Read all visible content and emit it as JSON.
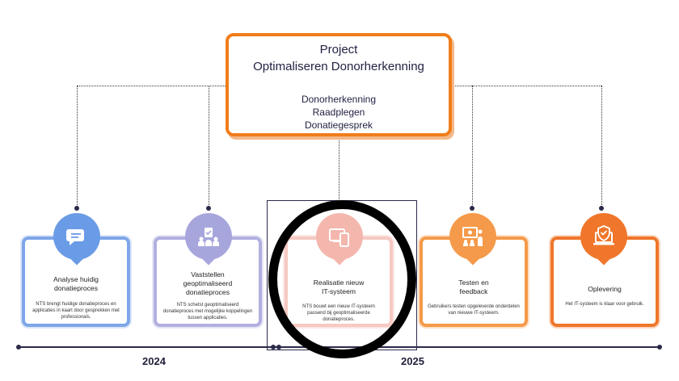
{
  "project": {
    "title_line1": "Project",
    "title_line2": "Optimaliseren Donorherkenning",
    "sub_line1": "Donorherkenning",
    "sub_line2": "Raadplegen",
    "sub_line3": "Donatiegesprek",
    "color": "#f07d1a"
  },
  "phases": [
    {
      "title_line1": "Analyse huidig",
      "title_line2": "donatieproces",
      "title_line3": "",
      "description": "NTS brengt huidige donatieproces en applicaties in kaart door gesprekken met professionals.",
      "icon": "speech-bubble-icon",
      "color": "#7ea6e8"
    },
    {
      "title_line1": "Vaststellen",
      "title_line2": "geoptimaliseerd",
      "title_line3": "donatieproces",
      "description": "NTS schetst geoptimaliseerd donatieproces met mogelijke koppelingen tussen applicaties.",
      "icon": "team-checklist-icon",
      "color": "#b1b0e0"
    },
    {
      "title_line1": "Realisatie nieuw",
      "title_line2": "IT-systeem",
      "title_line3": "",
      "description": "NTS bouwt een nieuw IT-systeem passend bij geoptimaliseerde donatieproces.",
      "icon": "devices-icon",
      "color": "#f4b7ae"
    },
    {
      "title_line1": "Testen en",
      "title_line2": "feedback",
      "title_line3": "",
      "description": "Gebruikers testen opgeleverde onderdelen van nieuwe IT-systeem.",
      "icon": "presentation-icon",
      "color": "#f59a4a"
    },
    {
      "title_line1": "Oplevering",
      "title_line2": "",
      "title_line3": "",
      "description": "Het IT-systeem is klaar voor gebruik.",
      "icon": "laptop-shield-icon",
      "color": "#f0762b"
    }
  ],
  "timeline": {
    "year1": "2024",
    "year2": "2025"
  }
}
